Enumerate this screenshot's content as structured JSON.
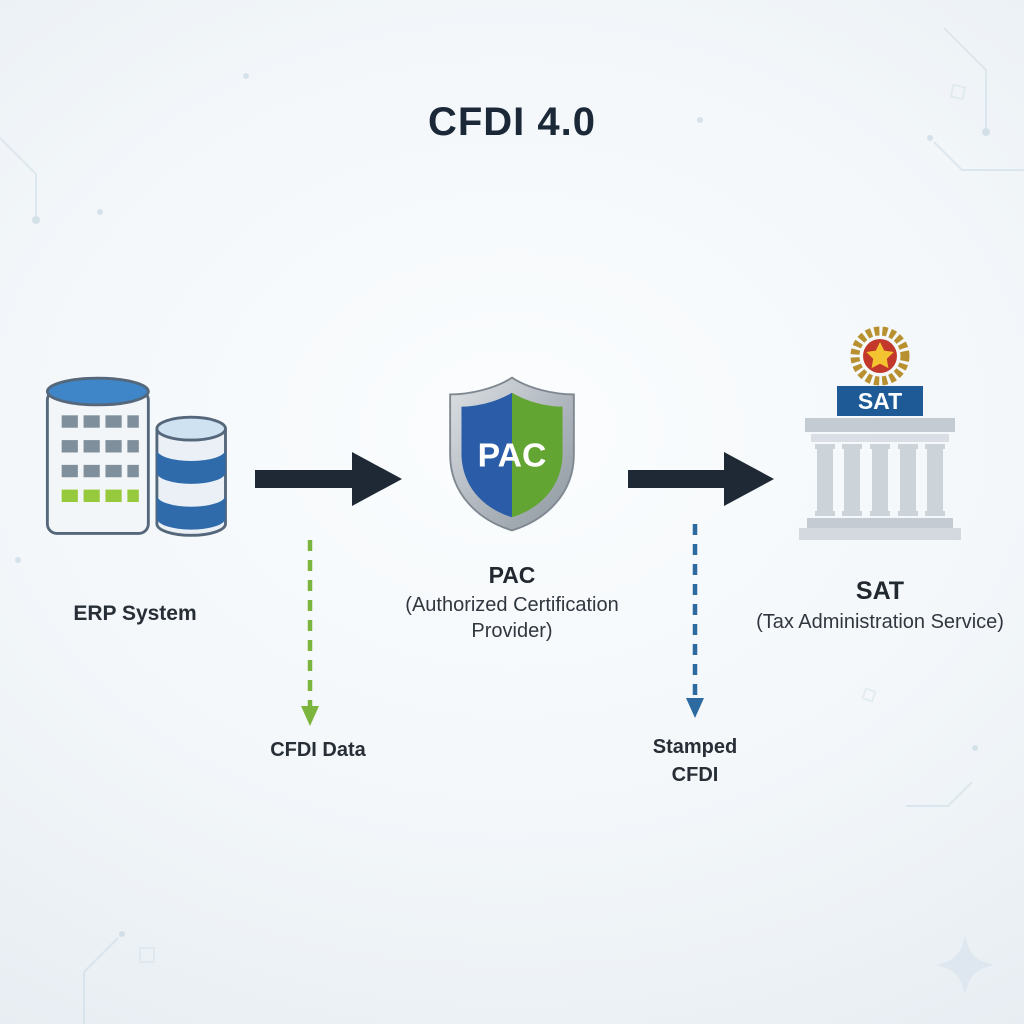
{
  "title": "CFDI 4.0",
  "nodes": {
    "erp": {
      "label": "ERP System"
    },
    "pac": {
      "shield_text": "PAC",
      "label": "PAC",
      "sublabel": "(Authorized Certification Provider)"
    },
    "sat": {
      "banner_text": "SAT",
      "label": "SAT",
      "sublabel": "(Tax Administration Service)"
    }
  },
  "flows": {
    "cfdi_data": {
      "label": "CFDI Data"
    },
    "stamped_cfdi": {
      "label": "Stamped CFDI"
    }
  },
  "colors": {
    "solid_arrow": "#1e2935",
    "cfdi_data_arrow": "#7cb53e",
    "stamped_cfdi_arrow": "#2c6aa0",
    "shield_left": "#2b5ca8",
    "shield_right": "#63a532",
    "sat_banner": "#1d5a96",
    "title_text": "#1b2838"
  }
}
